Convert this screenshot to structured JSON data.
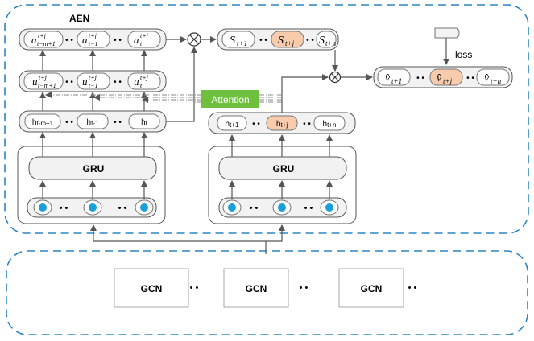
{
  "aen_label": "AEN",
  "loss_label": "loss",
  "attention_label": "Attention",
  "ellipsis": "• •",
  "gru_label": "GRU",
  "gcn_label": "GCN",
  "a_row": [
    {
      "base": "a",
      "sup": "t+j",
      "sub": "t−m+1"
    },
    {
      "base": "a",
      "sup": "t+j",
      "sub": "t−1"
    },
    {
      "base": "a",
      "sup": "t+j",
      "sub": "t"
    }
  ],
  "u_row": [
    {
      "base": "u",
      "sup": "t+j",
      "sub": "t−m+1"
    },
    {
      "base": "u",
      "sup": "t+j",
      "sub": "t−1"
    },
    {
      "base": "u",
      "sup": "t+j",
      "sub": "t"
    }
  ],
  "h_left": [
    {
      "base": "h",
      "sub": "t-m+1"
    },
    {
      "base": "h",
      "sub": "t-1"
    },
    {
      "base": "h",
      "sub": "t"
    }
  ],
  "h_right": [
    {
      "base": "h",
      "sub": "t+1"
    },
    {
      "base": "h",
      "sub": "t+j"
    },
    {
      "base": "h",
      "sub": "t+n"
    }
  ],
  "s_row": [
    {
      "base": "S",
      "sub": "t+1"
    },
    {
      "base": "S",
      "sub": "t+j"
    },
    {
      "base": "S",
      "sub": "t+n"
    }
  ],
  "v_row": [
    {
      "base": "v̂",
      "sub": "t+1"
    },
    {
      "base": "v̂",
      "sub": "t+j"
    },
    {
      "base": "v̂",
      "sub": "t+n"
    }
  ],
  "colors": {
    "dash_border": "#2e86c1",
    "node_fill": "#f2f2f2",
    "highlight_fill": "#f8cbad",
    "attention_fill": "#70c040",
    "input_dot": "#1aa0d8",
    "stroke": "#555555"
  }
}
